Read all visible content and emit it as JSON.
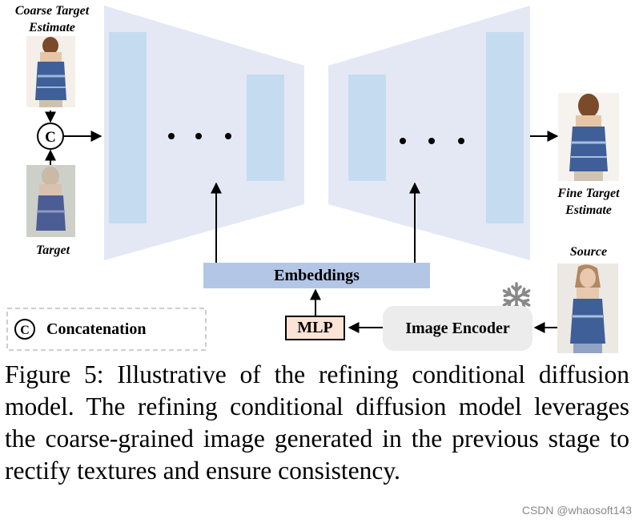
{
  "labels": {
    "coarse_target": [
      "Coarse Target",
      "Estimate"
    ],
    "target": "Target",
    "fine_target": [
      "Fine Target",
      "Estimate"
    ],
    "source": "Source",
    "concat_symbol": "C"
  },
  "blocks": {
    "embeddings": "Embeddings",
    "mlp": "MLP",
    "image_encoder": "Image Encoder",
    "legend": "Concatenation"
  },
  "caption": "Figure 5: Illustrative of the refining conditional diffusion model. The refining conditional diffusion model leverages the coarse-grained image generated in the previous stage to rectify textures and ensure consistency.",
  "watermark": "CSDN @whaosoft143",
  "colors": {
    "unet": "#e3e8f4",
    "unet_block": "#c5dcf0",
    "embeddings": "#b3c6e6",
    "mlp": "#fbe3d6",
    "encoder": "#ececec",
    "garment": "#3e5f98",
    "frozen": "#888888"
  },
  "icons": [
    "snowflake-icon",
    "concat-icon",
    "arrow-icon"
  ]
}
